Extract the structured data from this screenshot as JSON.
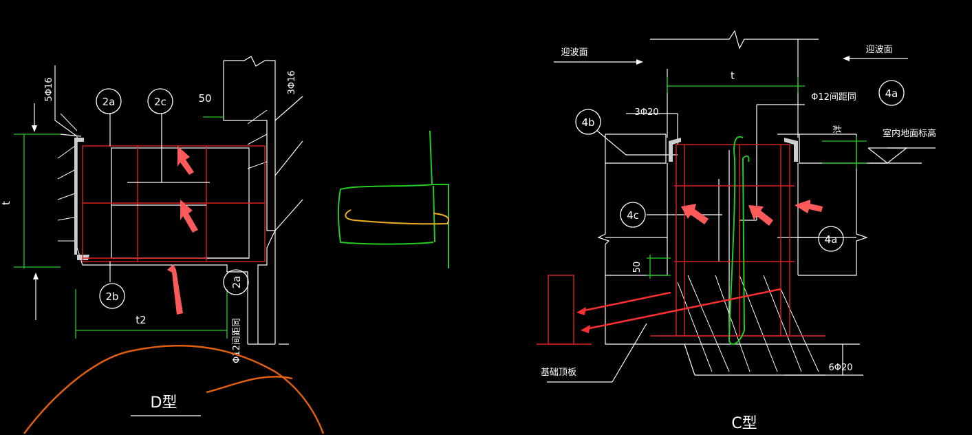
{
  "diagram_d": {
    "title": "D型",
    "labels": {
      "rebar_left": "5Φ16",
      "rebar_right": "3Φ16",
      "dim_50": "50",
      "dim_t": "t",
      "dim_t2": "t2",
      "spacing_note": "Φ12间距同"
    },
    "callouts": [
      "2a",
      "2c",
      "2b",
      "2a"
    ]
  },
  "diagram_c": {
    "title": "C型",
    "labels": {
      "upstream_left": "迎波面",
      "upstream_right": "迎波面",
      "dim_t": "t",
      "spacing_note": "Φ12间距同",
      "rebar_top": "3Φ20",
      "floor_level": "室内地面标高",
      "elev_note": "详",
      "dim_50": "50",
      "base_slab": "基础顶板",
      "rebar_bottom": "6Φ20"
    },
    "callouts": [
      "4a",
      "4b",
      "4c",
      "4a"
    ]
  },
  "colors": {
    "background": "#000000",
    "linework": "#ffffff",
    "dimension": "#22cc22",
    "rebar": "#dd2222",
    "annotation_arrow": "#ff5a5a",
    "sketch_orange": "#e06010",
    "sketch_yellow": "#f0b020"
  }
}
